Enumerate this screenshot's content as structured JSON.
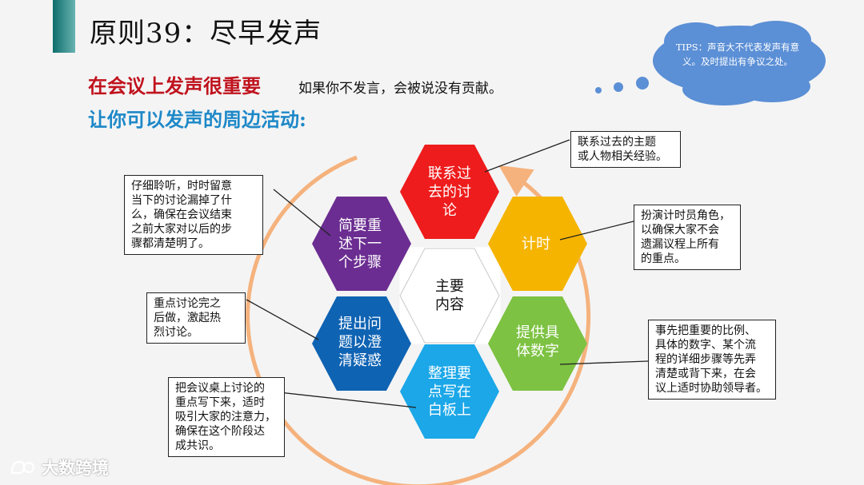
{
  "slide": {
    "title": "原则39：尽早发声",
    "subtitle_red": "在会议上发声很重要",
    "subtitle_note": "如果你不发言，会被说没有贡献。",
    "subtitle_blue": "让你可以发声的周边活动:"
  },
  "tip": {
    "text": "TIPS：声音大不代表发声有意义。及时提出有争议之处。"
  },
  "hexagons": {
    "center": "主要\n内容",
    "top": "联系过\n去的讨\n论",
    "upper_right": "计时",
    "lower_right": "提供具\n体数字",
    "bottom": "整理要\n点写在\n白板上",
    "lower_left": "提出问\n题以澄\n清疑惑",
    "upper_left": "简要重\n述下一\n个步骤"
  },
  "callouts": {
    "top_right": "联系过去的主题\n或人物相关经验。",
    "timing": "扮演计时员角色，\n以确保大家不会\n遗漏议程上所有\n的重点。",
    "numbers": "事先把重要的比例、\n具体的数字、某个流\n程的详细步骤等先弄\n清楚或背下来，在会\n议上适时协助领导者。",
    "recap": "仔细聆听，时时留意\n当下的讨论漏掉了什\n么，确保在会议结束\n之前大家对以后的步\n骤都清楚明了。",
    "questions": "重点讨论完之\n后做，激起热\n烈讨论。",
    "whiteboard": "把会议桌上讨论的\n重点写下来，适时\n吸引大家的注意力，\n确保在这个阶段达\n成共识。"
  },
  "colors": {
    "top": "#ee1c1c",
    "upper_right": "#f5b400",
    "lower_right": "#7dc242",
    "bottom": "#1ba7e8",
    "lower_left": "#0f63b3",
    "upper_left": "#6b2d91",
    "center": "#ffffff",
    "ring": "#f5b27d",
    "cloud": "#5b8fd6"
  },
  "brand": {
    "name": "大数跨境"
  }
}
